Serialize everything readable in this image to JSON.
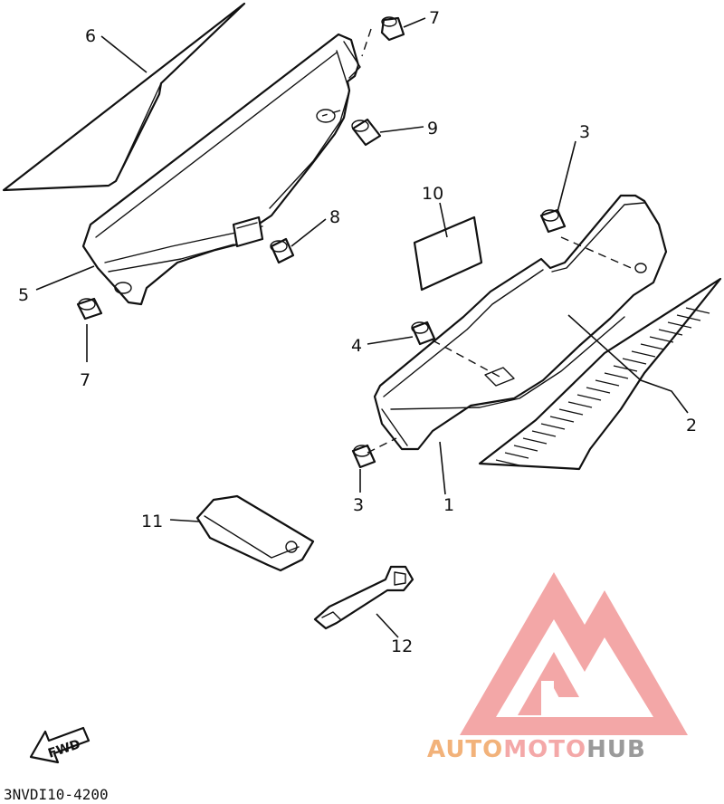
{
  "diagram_code": "3NVDI10-4200",
  "fwd_label": "FWD",
  "callouts": {
    "p1": "1",
    "p2": "2",
    "p3_top": "3",
    "p3_bottom": "3",
    "p4": "4",
    "p5": "5",
    "p6": "6",
    "p7_top": "7",
    "p7_left": "7",
    "p8": "8",
    "p9": "9",
    "p10": "10",
    "p11": "11",
    "p12": "12"
  },
  "watermark": {
    "part1": "AUTO",
    "part2": "MOTO",
    "part3": "HUB",
    "colors": {
      "logo": "#f08a8a",
      "auto": "#f2b27a",
      "moto": "#f4a8a8",
      "hub": "#9a9a9a"
    }
  }
}
